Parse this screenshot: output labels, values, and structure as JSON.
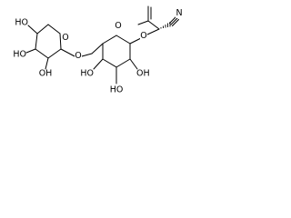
{
  "molecule": {
    "atoms": {
      "ring1_o": "O",
      "glyco_o1": "O",
      "ring2_o": "O",
      "glyco_o2": "O",
      "n": "N",
      "oh1": "HO",
      "oh2": "HO",
      "oh3": "OH",
      "oh4": "HO",
      "oh5": "HO",
      "oh6": "OH"
    }
  }
}
